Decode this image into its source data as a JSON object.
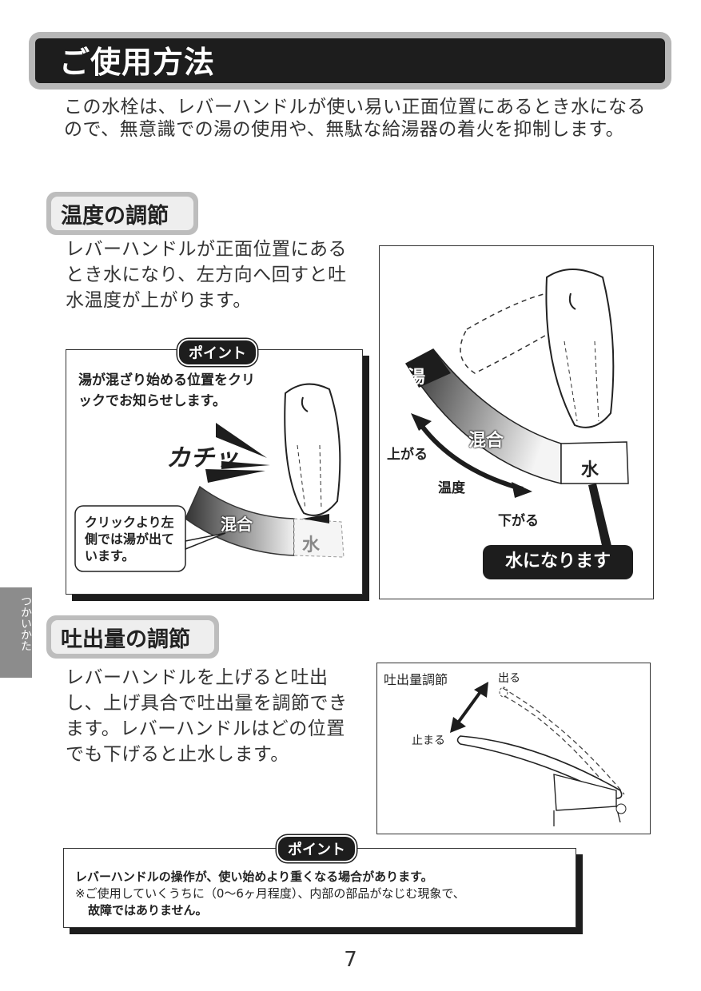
{
  "title": "ご使用方法",
  "intro": "この水栓は、レバーハンドルが使い易い正面位置にあるとき水になるので、無意識での湯の使用や、無駄な給湯器の着火を抑制します。",
  "temperature": {
    "heading": "温度の調節",
    "text": "レバーハンドルが正面位置にあるとき水になり、左方向へ回すと吐水温度が上がります。",
    "point": {
      "badge": "ポイント",
      "text": "湯が混ざり始める位置をクリックでお知らせします。",
      "click_sound": "カチッ",
      "callout": "クリックより左側では湯が出ています。",
      "label_mix": "混合",
      "label_water": "水"
    },
    "figure": {
      "label_hot": "湯",
      "label_mix": "混合",
      "label_water": "水",
      "up": "上がる",
      "temp": "温度",
      "down": "下がる",
      "callout": "水になります"
    }
  },
  "flow": {
    "heading": "吐出量の調節",
    "text": "レバーハンドルを上げると吐出し、上げ具合で吐出量を調節できます。レバーハンドルはどの位置でも下げると止水します。",
    "figure": {
      "title": "吐出量調節",
      "out": "出る",
      "stop": "止まる"
    }
  },
  "bottom_point": {
    "badge": "ポイント",
    "line1": "レバーハンドルの操作が、使い始めより重くなる場合があります。",
    "line2": "※ご使用していくうちに（0〜6ヶ月程度）、内部の部品がなじむ現象で、",
    "line3": "故障ではありません。"
  },
  "side_tab": "つかいかた",
  "page_number": "7"
}
